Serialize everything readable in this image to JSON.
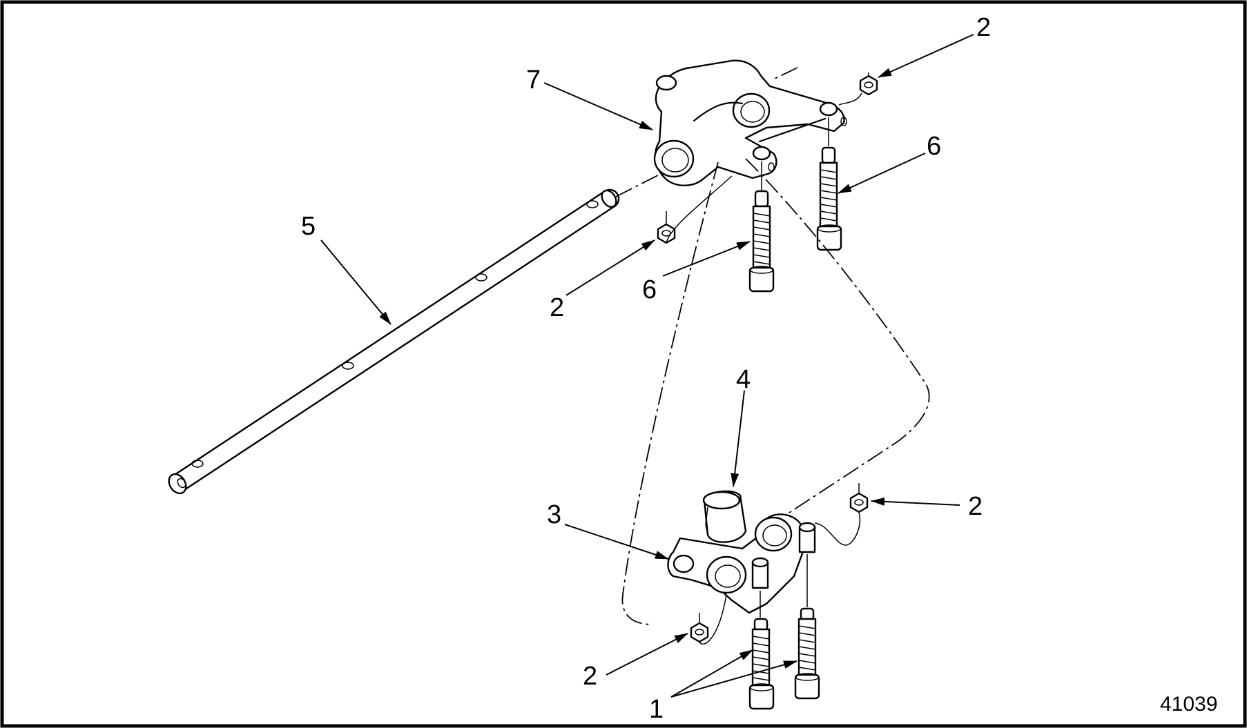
{
  "figure": {
    "number": "41039",
    "callouts": [
      "1",
      "2",
      "3",
      "4",
      "5",
      "6",
      "7"
    ]
  },
  "colors": {
    "ink": "#000000",
    "paper": "#ffffff"
  }
}
